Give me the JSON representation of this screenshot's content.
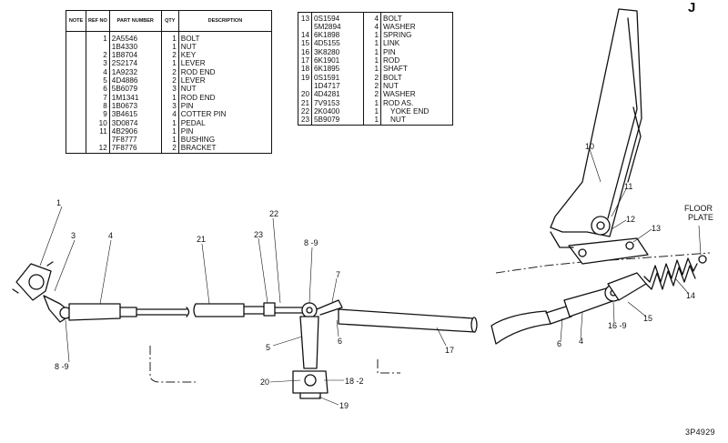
{
  "corner_mark": "J",
  "reference_code": "3P4929",
  "table_headers": {
    "note": "NOTE",
    "ref_no": "REF NO",
    "part_number": "PART NUMBER",
    "qty": "QTY",
    "description": "DESCRIPTION"
  },
  "parts_left": [
    {
      "ref": "1",
      "part": "2A5546",
      "qty": "1",
      "desc": "BOLT"
    },
    {
      "ref": "",
      "part": "1B4330",
      "qty": "1",
      "desc": "NUT"
    },
    {
      "ref": "2",
      "part": "1B8704",
      "qty": "2",
      "desc": "KEY"
    },
    {
      "ref": "3",
      "part": "2S2174",
      "qty": "1",
      "desc": "LEVER"
    },
    {
      "ref": "4",
      "part": "1A9232",
      "qty": "2",
      "desc": "ROD END"
    },
    {
      "ref": "5",
      "part": "4D4886",
      "qty": "2",
      "desc": "LEVER"
    },
    {
      "ref": "6",
      "part": "5B6079",
      "qty": "3",
      "desc": "NUT"
    },
    {
      "ref": "7",
      "part": "1M1341",
      "qty": "1",
      "desc": "ROD END"
    },
    {
      "ref": "8",
      "part": "1B0673",
      "qty": "3",
      "desc": "PIN"
    },
    {
      "ref": "9",
      "part": "3B4615",
      "qty": "4",
      "desc": "COTTER PIN"
    },
    {
      "ref": "10",
      "part": "3D0874",
      "qty": "1",
      "desc": "PEDAL"
    },
    {
      "ref": "11",
      "part": "4B2906",
      "qty": "1",
      "desc": "PIN"
    },
    {
      "ref": "",
      "part": "7F8777",
      "qty": "1",
      "desc": "BUSHING"
    },
    {
      "ref": "12",
      "part": "7F8776",
      "qty": "2",
      "desc": "BRACKET"
    }
  ],
  "parts_right": [
    {
      "ref": "13",
      "part": "0S1594",
      "qty": "4",
      "desc": "BOLT",
      "indent": false
    },
    {
      "ref": "",
      "part": "5M2894",
      "qty": "4",
      "desc": "WASHER",
      "indent": false
    },
    {
      "ref": "14",
      "part": "6K1898",
      "qty": "1",
      "desc": "SPRING",
      "indent": false
    },
    {
      "ref": "15",
      "part": "4D5155",
      "qty": "1",
      "desc": "LINK",
      "indent": false
    },
    {
      "ref": "16",
      "part": "3K8280",
      "qty": "1",
      "desc": "PIN",
      "indent": false
    },
    {
      "ref": "17",
      "part": "6K1901",
      "qty": "1",
      "desc": "ROD",
      "indent": false
    },
    {
      "ref": "18",
      "part": "6K1895",
      "qty": "1",
      "desc": "SHAFT",
      "indent": false
    },
    {
      "ref": "19",
      "part": "0S1591",
      "qty": "2",
      "desc": "BOLT",
      "indent": false
    },
    {
      "ref": "",
      "part": "1D4717",
      "qty": "2",
      "desc": "NUT",
      "indent": false
    },
    {
      "ref": "20",
      "part": "4D4281",
      "qty": "2",
      "desc": "WASHER",
      "indent": false
    },
    {
      "ref": "21",
      "part": "7V9153",
      "qty": "1",
      "desc": "ROD AS.",
      "indent": false
    },
    {
      "ref": "22",
      "part": "2K0400",
      "qty": "1",
      "desc": "YOKE END",
      "indent": true
    },
    {
      "ref": "23",
      "part": "5B9079",
      "qty": "1",
      "desc": "NUT",
      "indent": true
    }
  ],
  "callouts": {
    "c1": "1",
    "c3": "3",
    "c4a": "4",
    "c8_9a": "8 -9",
    "c21": "21",
    "c22": "22",
    "c23": "23",
    "c8_9b": "8 -9",
    "c7": "7",
    "c6a": "6",
    "c5": "5",
    "c17": "17",
    "c20": "20",
    "c18_2": "18 -2",
    "c19": "19",
    "c10": "10",
    "c11": "11",
    "c12": "12",
    "c13": "13",
    "c14": "14",
    "c15": "15",
    "c16_9": "16 -9",
    "c6b": "6",
    "c4b": "4"
  },
  "floor_plate_label": [
    "FLOOR",
    "PLATE"
  ]
}
